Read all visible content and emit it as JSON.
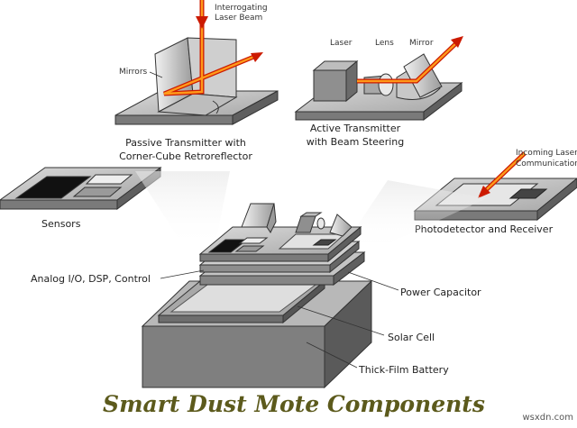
{
  "title": "Smart Dust Mote Components",
  "watermark": "wsxdn.com",
  "colors": {
    "beam": "#ff8a00",
    "beam_edge": "#cc1a00",
    "title": "#5c5a1c"
  },
  "passive": {
    "beam_label_line1": "Interrogating",
    "beam_label_line2": "Laser Beam",
    "mirrors_label": "Mirrors",
    "caption_line1": "Passive Transmitter with",
    "caption_line2": "Corner-Cube Retroreflector"
  },
  "active": {
    "laser_label": "Laser",
    "lens_label": "Lens",
    "mirror_label": "Mirror",
    "caption_line1": "Active Transmitter",
    "caption_line2": "with Beam Steering"
  },
  "sensors": {
    "label": "Sensors"
  },
  "photodetector": {
    "incoming_line1": "Incoming Laser",
    "incoming_line2": "Communication",
    "label": "Photodetector and Receiver"
  },
  "stack": {
    "analog_label": "Analog I/O, DSP, Control",
    "power_label": "Power Capacitor",
    "solar_label": "Solar Cell",
    "battery_label": "Thick-Film Battery"
  }
}
